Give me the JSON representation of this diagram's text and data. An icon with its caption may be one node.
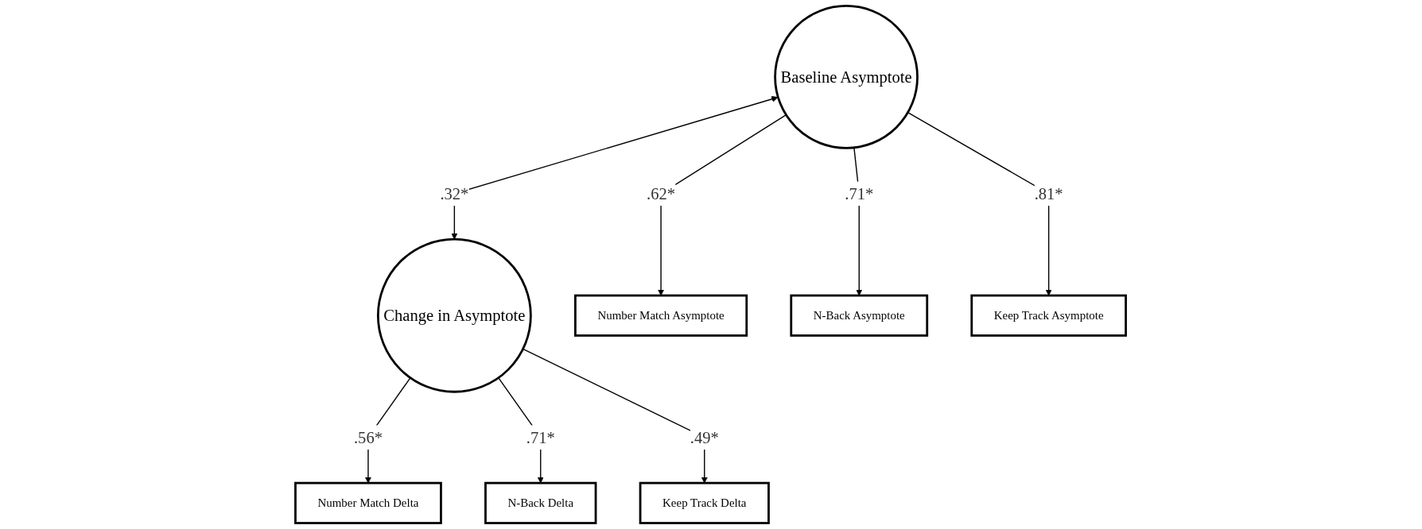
{
  "diagram": {
    "nodes": [
      {
        "text": [
          "Baseline Asymptote"
        ]
      },
      {
        "text": [
          "Change in Asymptote"
        ]
      },
      {
        "text": [
          "Number Match Asymptote"
        ]
      },
      {
        "text": [
          "N-Back Asymptote"
        ]
      },
      {
        "text": [
          "Keep Track Asymptote"
        ]
      },
      {
        "text": [
          "Number Match Delta"
        ]
      },
      {
        "text": [
          "N-Back Delta"
        ]
      },
      {
        "text": [
          "Keep Track Delta"
        ]
      }
    ],
    "edges": [
      {
        "from": 0,
        "to": 1,
        "arrow": "both",
        "label": ".32*"
      },
      {
        "from": 0,
        "to": 2,
        "arrow": "to",
        "label": ".62*"
      },
      {
        "from": 0,
        "to": 3,
        "arrow": "to",
        "label": ".71*"
      },
      {
        "from": 0,
        "to": 4,
        "arrow": "to",
        "label": ".81*"
      },
      {
        "from": 1,
        "to": 5,
        "arrow": "to",
        "label": ".56*"
      },
      {
        "from": 1,
        "to": 6,
        "arrow": "to",
        "label": ".71*"
      },
      {
        "from": 1,
        "to": 7,
        "arrow": "to",
        "label": ".49*"
      }
    ]
  }
}
